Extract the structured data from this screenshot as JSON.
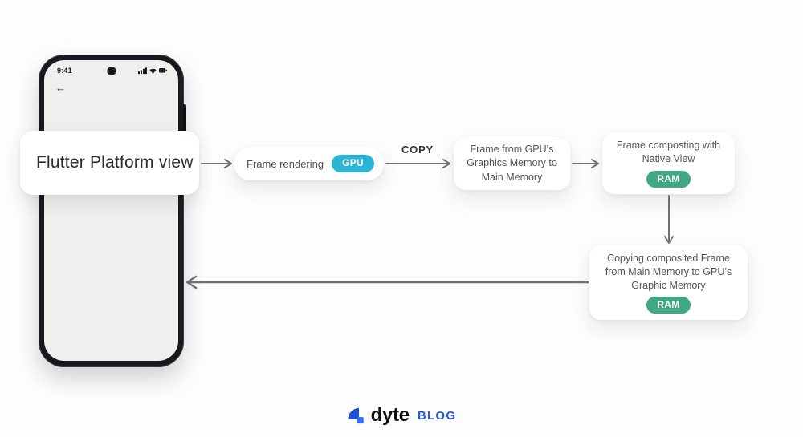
{
  "phone": {
    "status_time": "9:41",
    "back_arrow": "←"
  },
  "flow": {
    "start_label": "Flutter Platform view",
    "copy_label": "COPY",
    "frame_rendering": {
      "label": "Frame rendering",
      "badge": "GPU"
    },
    "gpu_to_main": {
      "label": "Frame from GPU’s Graphics Memory to Main Memory"
    },
    "compositing": {
      "label": "Frame composting with Native View",
      "badge": "RAM"
    },
    "copy_back": {
      "label": "Copying composited Frame from Main Memory to GPU’s Graphic Memory",
      "badge": "RAM"
    }
  },
  "colors": {
    "gpu_badge": "#2ab5d6",
    "ram_badge": "#3fa884",
    "arrow": "#707070",
    "brand_blue": "#2457f5",
    "logo_dark_blue": "#1d4fd8",
    "logo_light_blue": "#3470ff"
  },
  "footer": {
    "brand": "dyte",
    "blog_label": "BLOG"
  }
}
